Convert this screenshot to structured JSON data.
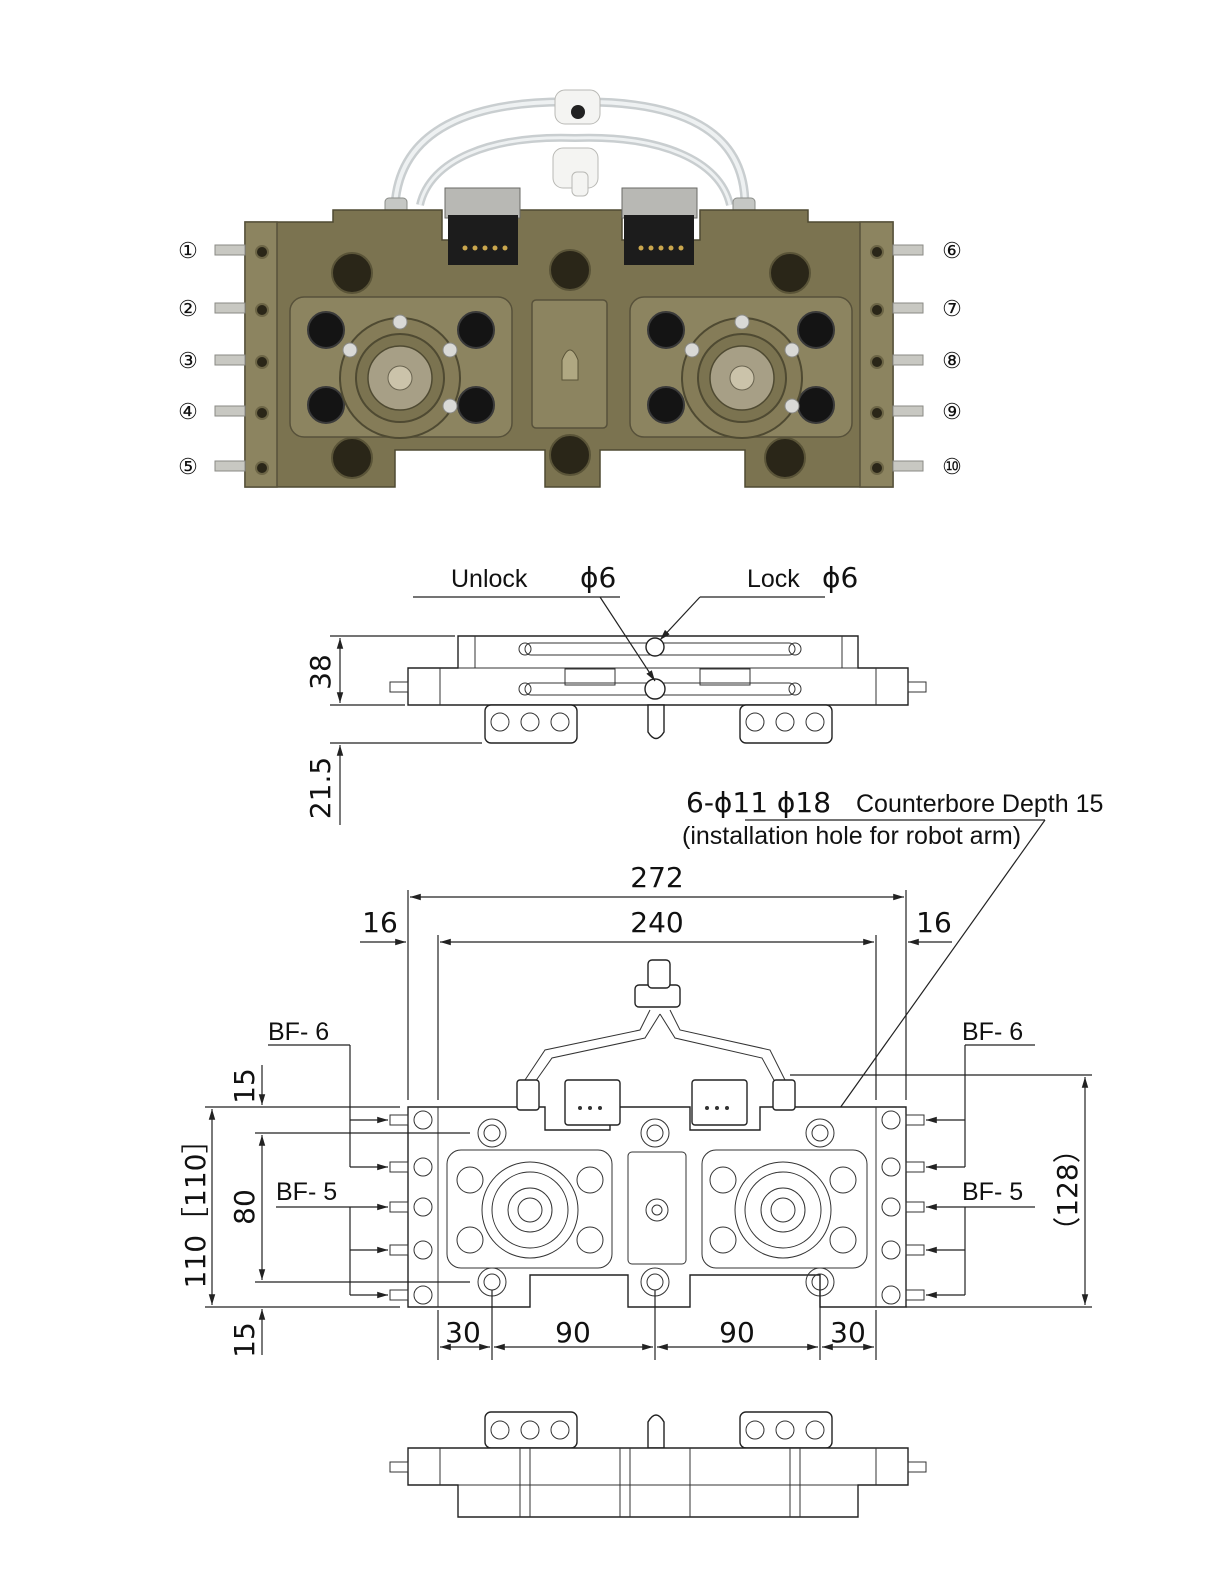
{
  "photo": {
    "port_labels_left": [
      "①",
      "②",
      "③",
      "④",
      "⑤"
    ],
    "port_labels_right": [
      "⑥",
      "⑦",
      "⑧",
      "⑨",
      "⑩"
    ]
  },
  "side_view": {
    "unlock_label": "Unlock",
    "unlock_size": "ϕ6",
    "lock_label": "Lock",
    "lock_size": "ϕ6",
    "dim_height": "38",
    "dim_pin": "21.5"
  },
  "top_view": {
    "note_line1": "6-ϕ11  ϕ18",
    "note_line1b": "Counterbore Depth 15",
    "note_line2": "(installation hole for robot arm)",
    "dim_total_width": "272",
    "dim_inner_width": "240",
    "dim_left_margin": "16",
    "dim_right_margin": "16",
    "dim_left_height": "110［110］",
    "dim_hole_span": "80",
    "dim_top_offset": "15",
    "dim_bottom_offset": "15",
    "dim_right_height": "（128）",
    "dim_bottom": [
      "30",
      "90",
      "90",
      "30"
    ],
    "fittings": {
      "left_upper": "BF- 6",
      "left_lower": "BF- 5",
      "right_upper": "BF- 6",
      "right_lower": "BF- 5"
    }
  }
}
